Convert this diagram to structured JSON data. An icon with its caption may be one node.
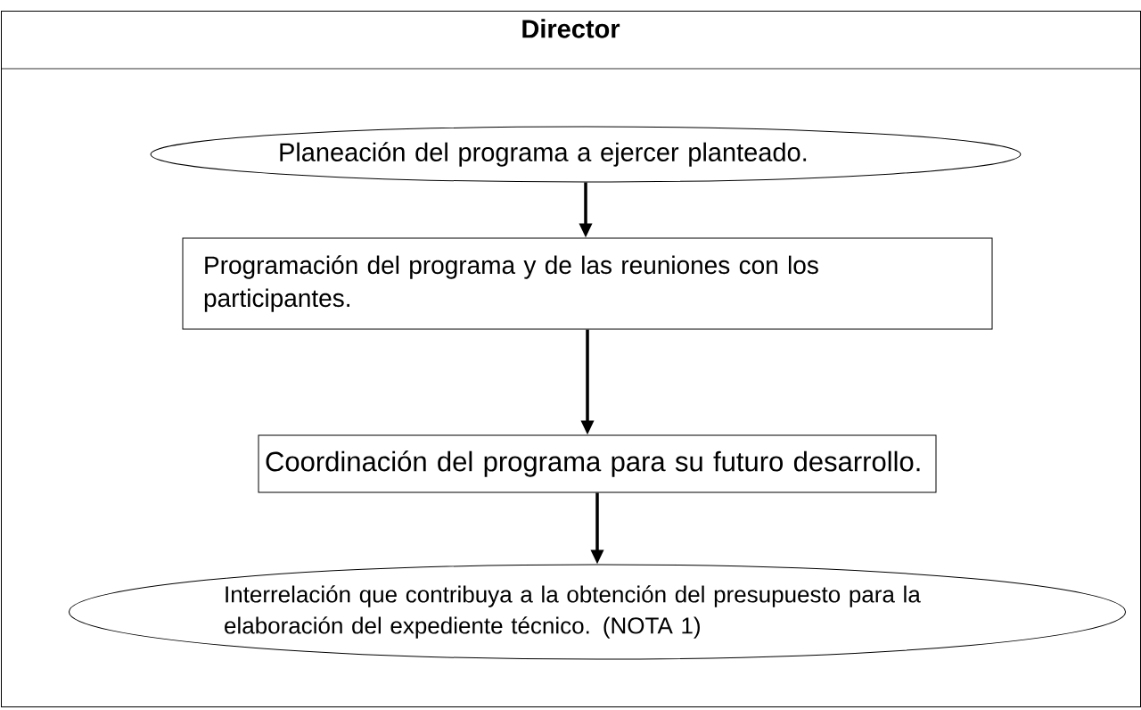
{
  "diagram": {
    "nodes": [
      {
        "text": [
          "Director"
        ]
      },
      {
        "text": [
          "Planeación del programa a ejercer planteado."
        ],
        "in": 0
      },
      {
        "text": [
          "Programación del programa y de las reuniones con los participantes."
        ],
        "in": 0
      },
      {
        "text": [
          "Coordinación del programa para su futuro desarrollo."
        ],
        "in": 0
      },
      {
        "text": [
          "Interrelación que contribuya a la obtención del presupuesto para la elaboración del expediente técnico. (NOTA 1)"
        ],
        "in": 0
      }
    ],
    "edges": [
      {
        "from": 1,
        "to": 2,
        "arrow": "to"
      },
      {
        "from": 2,
        "to": 3,
        "arrow": "to"
      },
      {
        "from": 3,
        "to": 4,
        "arrow": "to"
      }
    ]
  }
}
